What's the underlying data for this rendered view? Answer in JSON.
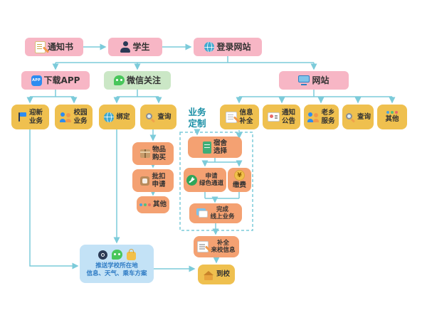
{
  "colors": {
    "arrow": "#7CCBDA",
    "pink_box": "#F7B6C5",
    "green_box": "#CBE7C6",
    "yellow_box": "#EFC04F",
    "orange_box": "#F4A172",
    "blue_panel": "#C3E2F6",
    "teal_label": "#1A8FA6"
  },
  "flow": {
    "top": {
      "notice": "通知书",
      "student": "学生",
      "login": "登录网站"
    },
    "channels": {
      "app": "下载APP",
      "wechat": "微信关注",
      "website": "网站"
    },
    "app_services": {
      "welcome": "迎新\n业务",
      "campus": "校园\n业务"
    },
    "wechat_services": {
      "bind": "绑定",
      "query": "查询"
    },
    "custom_label": "业务\n定制",
    "website_services": {
      "info_complete": "信息\n补全",
      "announcements": "通知\n公告",
      "fellow": "老乡\n服务",
      "query": "查询",
      "other": "其他"
    },
    "purchase_tasks": {
      "goods": "物品\n购买",
      "deduct": "批扣\n申请",
      "other": "其他"
    },
    "custom_steps": {
      "dorm": "宿舍\n选择",
      "green_channel": "申请\n绿色通道",
      "pay": "缴费",
      "finish": "完成\n线上业务"
    },
    "final_steps": {
      "complete_info": "补全\n来校信息",
      "arrive": "到校"
    },
    "push_panel": {
      "line1": "推送学校所在地",
      "line2": "信息、天气、乘车方案"
    }
  },
  "icons": {
    "app_text": "APP",
    "yen": "¥"
  }
}
